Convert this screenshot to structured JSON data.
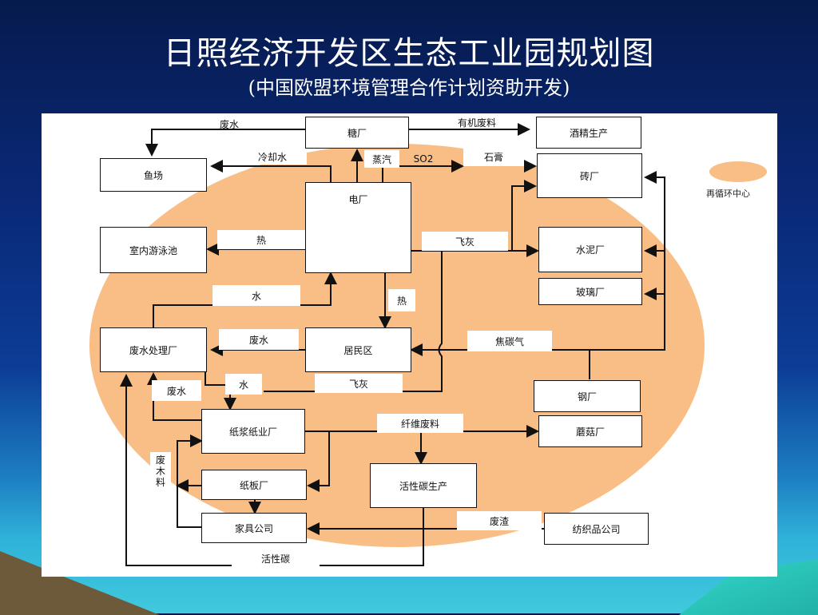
{
  "title": "日照经济开发区生态工业园规划图",
  "subtitle": "(中国欧盟环境管理合作计划资助开发)",
  "legend": {
    "label": "再循环中心",
    "color": "#f9bd86"
  },
  "colors": {
    "background_top": "#061a4d",
    "background_bottom": "#41c9de",
    "panel": "#ffffff",
    "blob": "#f9bd86"
  },
  "nodes": {
    "sugar": "糖厂",
    "alcohol": "酒精生产",
    "fish": "鱼场",
    "brick": "砖厂",
    "power": "电厂",
    "pool": "室内游泳池",
    "cement": "水泥厂",
    "glass": "玻璃厂",
    "wastewater_plant": "废水处理厂",
    "residential": "居民区",
    "steel": "钢厂",
    "paper": "纸浆纸业厂",
    "mushroom": "蘑菇厂",
    "board": "纸板厂",
    "carbon": "活性碳生产",
    "furniture": "家具公司",
    "textile": "纺织品公司"
  },
  "flows": {
    "wastewater_top": "废水",
    "organic_waste": "有机废料",
    "cooling_water": "冷却水",
    "steam": "蒸汽",
    "so2": "SO2",
    "gypsum": "石膏",
    "heat_pool": "热",
    "fly_ash_cement": "飞灰",
    "water_up": "水",
    "heat_res": "热",
    "wastewater_res": "废水",
    "coke_gas": "焦碳气",
    "wastewater_paper": "废水",
    "water_paper": "水",
    "fly_ash_res": "飞灰",
    "fiber_waste": "纤维废料",
    "waste_wood": [
      "废",
      "木",
      "料"
    ],
    "waste_residue": "废渣",
    "activated_carbon": "活性碳"
  }
}
